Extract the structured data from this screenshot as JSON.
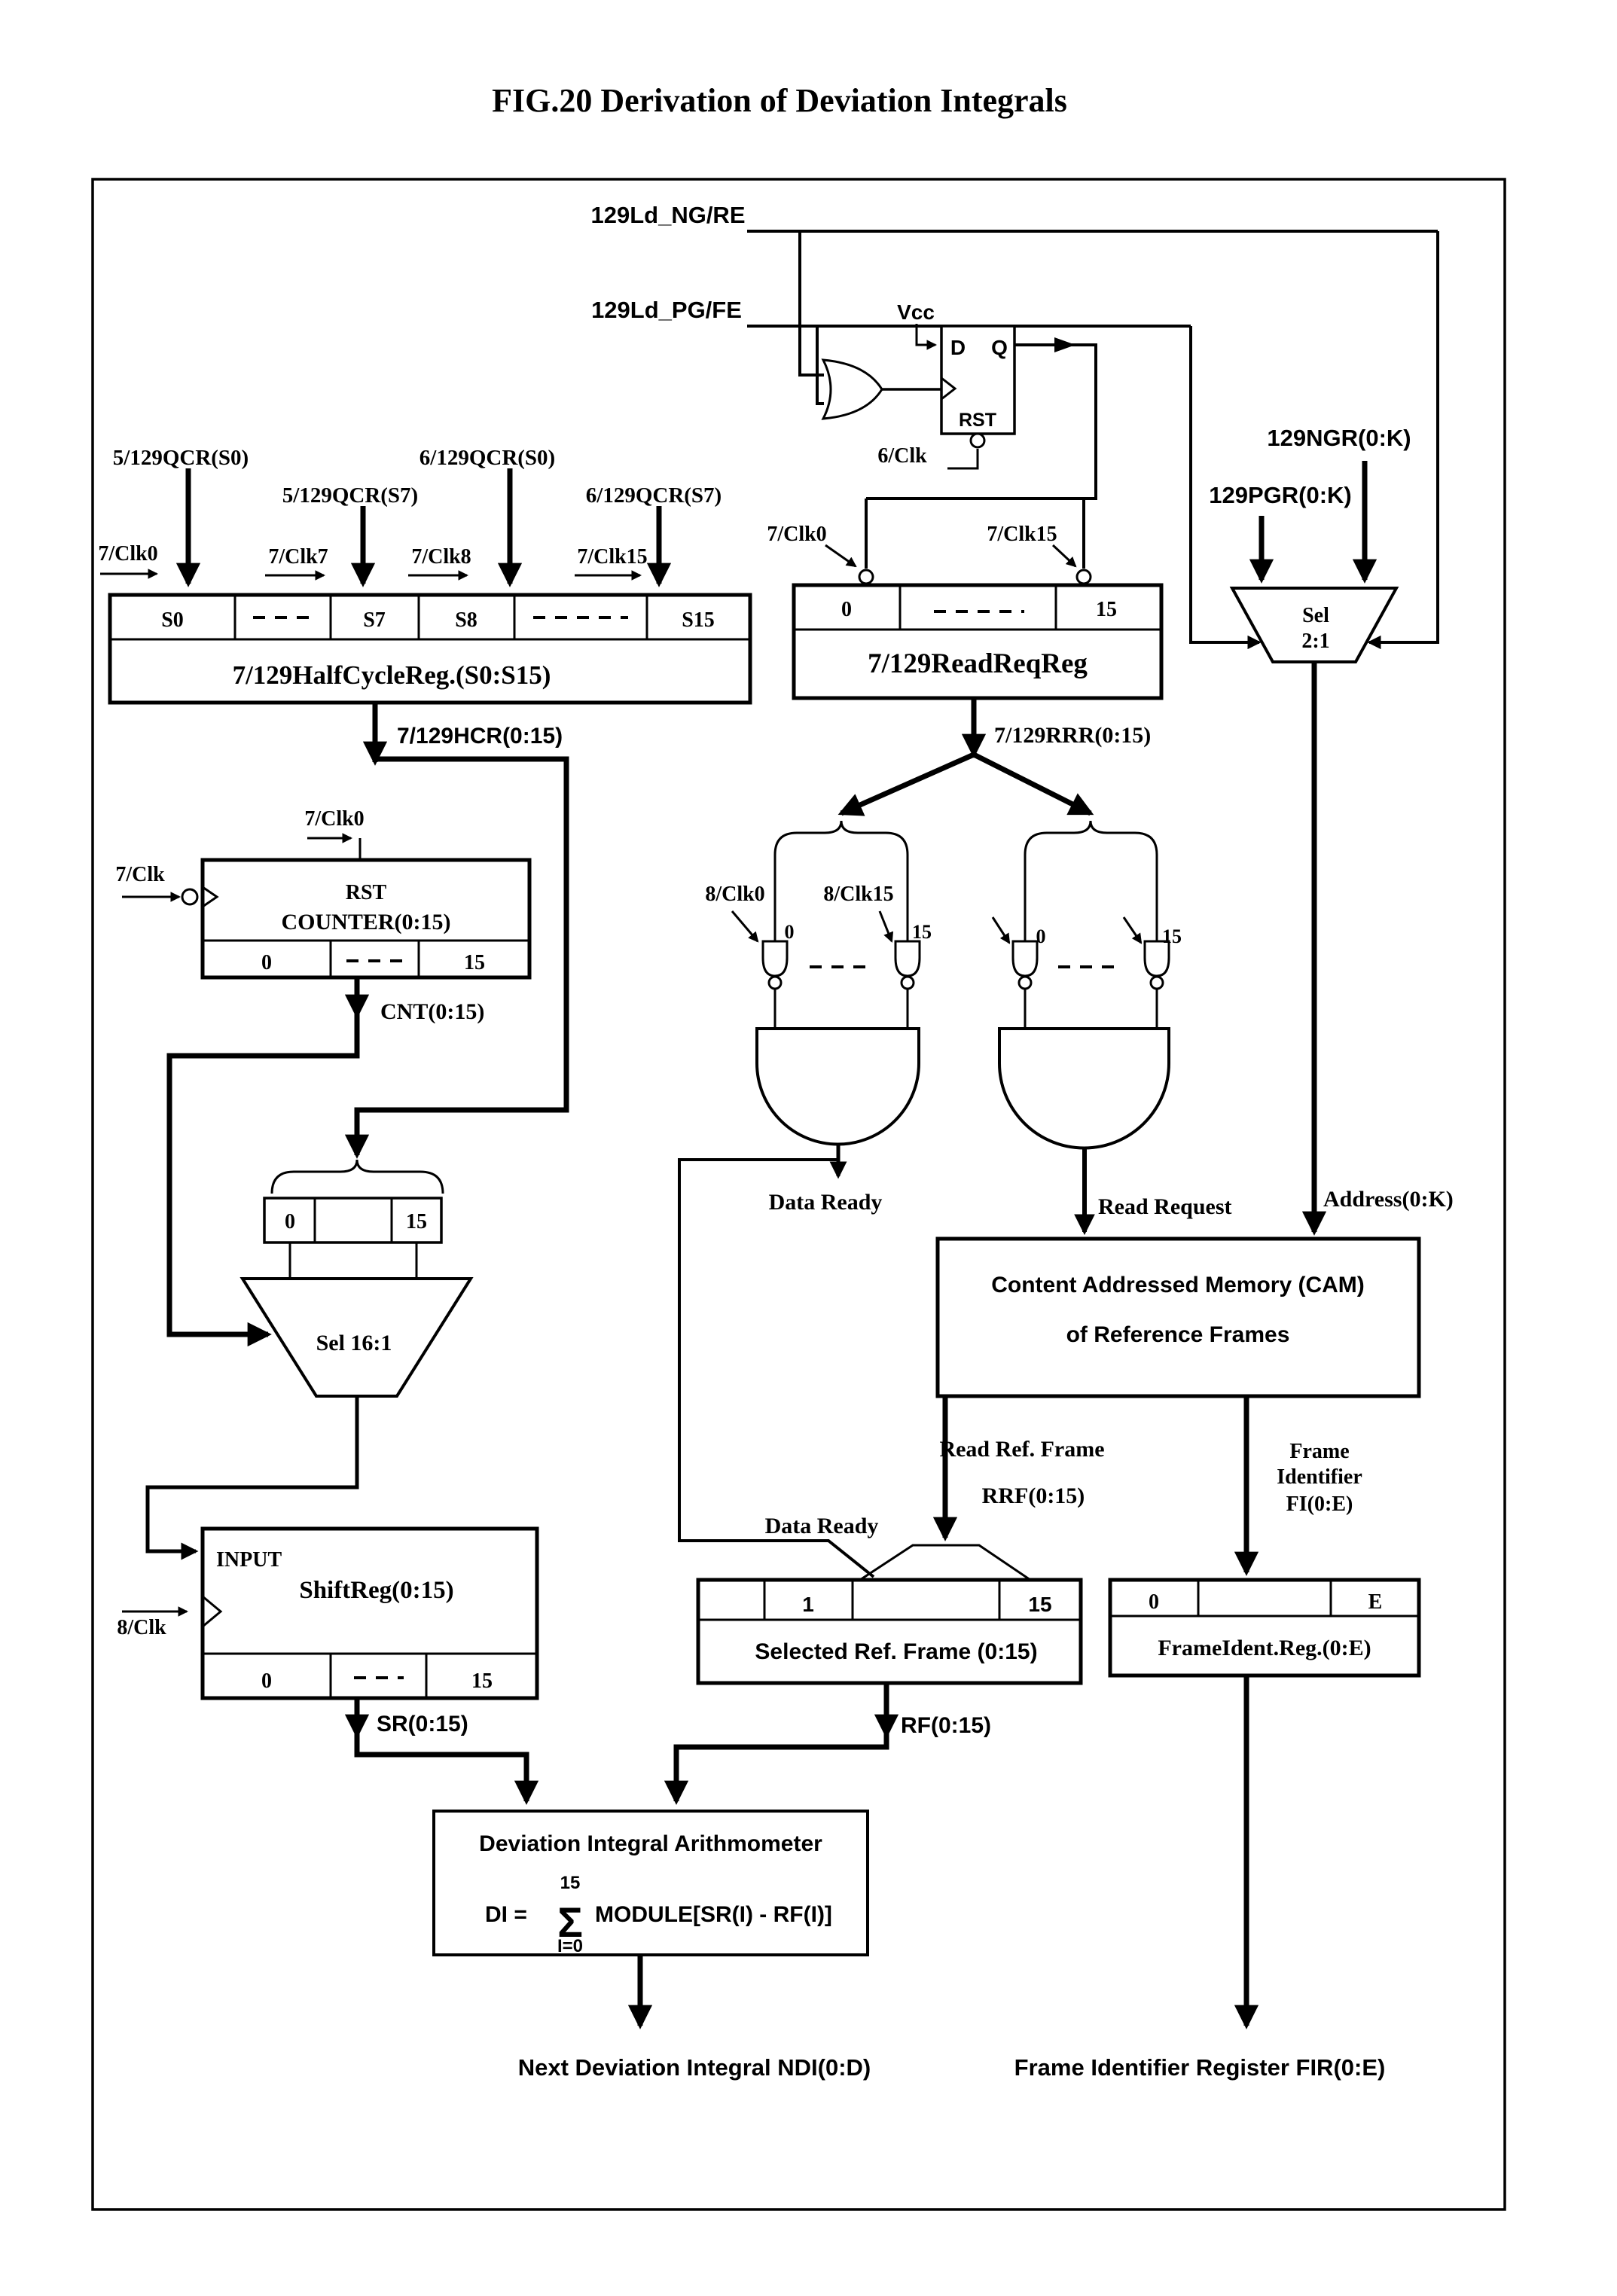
{
  "title": "FIG.20 Derivation of Deviation Integrals",
  "colors": {
    "ink": "#000000",
    "paper": "#ffffff"
  },
  "top": {
    "ld_ng": "129Ld_NG/RE",
    "ld_pg": "129Ld_PG/FE",
    "vcc": "Vcc",
    "flipflop": {
      "d": "D",
      "q": "Q",
      "rst": "RST"
    },
    "clk6": "6/Clk",
    "ngr": "129NGR(0:K)",
    "pgr": "129PGR(0:K)",
    "mux21": {
      "line1": "Sel",
      "line2": "2:1"
    }
  },
  "half_cycle_reg": {
    "in_s0_5": "5/129QCR(S0)",
    "in_s0_6": "6/129QCR(S0)",
    "in_s7_5": "5/129QCR(S7)",
    "in_s7_6": "6/129QCR(S7)",
    "clk0": "7/Clk0",
    "clk7": "7/Clk7",
    "clk8": "7/Clk8",
    "clk15": "7/Clk15",
    "cells": [
      "S0",
      "S7",
      "S8",
      "S15"
    ],
    "name": "7/129HalfCycleReg.(S0:S15)",
    "out": "7/129HCR(0:15)"
  },
  "read_req_reg": {
    "clk0": "7/Clk0",
    "clk15": "7/Clk15",
    "cells": [
      "0",
      "15"
    ],
    "name": "7/129ReadReqReg",
    "out": "7/129RRR(0:15)"
  },
  "counter": {
    "clk0": "7/Clk0",
    "clk": "7/Clk",
    "rst": "RST",
    "name": "COUNTER(0:15)",
    "cells": [
      "0",
      "15"
    ],
    "out": "CNT(0:15)"
  },
  "mux16": {
    "cell0": "0",
    "cell15": "15",
    "label": "Sel 16:1"
  },
  "gates": {
    "clk8_0": "8/Clk0",
    "clk8_15": "8/Clk15",
    "a1_bit0": "0",
    "a1_bit15": "15",
    "a2_bit0": "0",
    "a2_bit15": "15",
    "data_ready": "Data Ready",
    "read_request": "Read Request"
  },
  "cam": {
    "line1": "Content Addressed Memory (CAM)",
    "line2": "of Reference Frames",
    "address": "Address(0:K)",
    "read_ref_frame": "Read Ref. Frame",
    "rrf": "RRF(0:15)",
    "fi1": "Frame",
    "fi2": "Identifier",
    "fi3": "FI(0:E)",
    "data_ready": "Data Ready"
  },
  "shift_reg": {
    "input": "INPUT",
    "name": "ShiftReg(0:15)",
    "clk": "8/Clk",
    "cells": [
      "0",
      "15"
    ],
    "out": "SR(0:15)"
  },
  "sel_ref_frame": {
    "cells": [
      "1",
      "15"
    ],
    "name": "Selected Ref. Frame (0:15)",
    "out": "RF(0:15)"
  },
  "frame_ident_reg": {
    "cells": [
      "0",
      "E"
    ],
    "name": "FrameIdent.Reg.(0:E)"
  },
  "arithmometer": {
    "title": "Deviation  Integral Arithmometer",
    "lhs": "DI =",
    "sum_upper": "15",
    "sigma": "Σ",
    "sum_lower": "I=0",
    "body": "MODULE[SR(I) - RF(I)]",
    "out": "Next Deviation Integral NDI(0:D)"
  },
  "fir": "Frame Identifier Register FIR(0:E)"
}
